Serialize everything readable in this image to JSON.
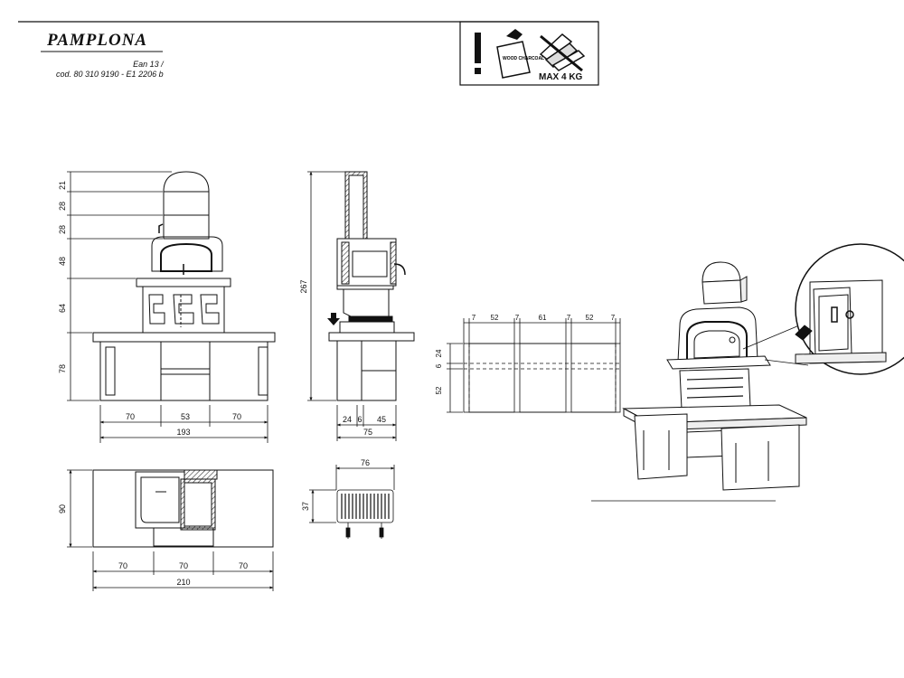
{
  "header": {
    "product_name": "PAMPLONA",
    "ean": "Ean 13  /",
    "code": "cod. 80 310 9190 - E1 2206 b",
    "charcoal_bag_text": "WOOD CHARCOAL",
    "max_load": "MAX 4 KG",
    "warning_icon": "exclamation-icon",
    "bag_icon": "charcoal-bag-icon",
    "wood_icon": "wood-logs-icon"
  },
  "front_view": {
    "vertical_dims": [
      "21",
      "28",
      "28",
      "48",
      "64",
      "78"
    ],
    "bottom_dims": [
      "70",
      "53",
      "70"
    ],
    "total_width": "193"
  },
  "side_view": {
    "total_height": "267",
    "bottom_dims": [
      "24",
      "6",
      "45"
    ],
    "total_depth": "75"
  },
  "top_view": {
    "depth": "90",
    "bottom_dims": [
      "70",
      "70",
      "70"
    ],
    "total_width": "210"
  },
  "grill_detail": {
    "width": "76",
    "height": "37"
  },
  "shelf_plan": {
    "top_dims": [
      "7",
      "52",
      "7",
      "61",
      "7",
      "52",
      "7"
    ],
    "left_dims": [
      "24",
      "6",
      "52"
    ]
  }
}
